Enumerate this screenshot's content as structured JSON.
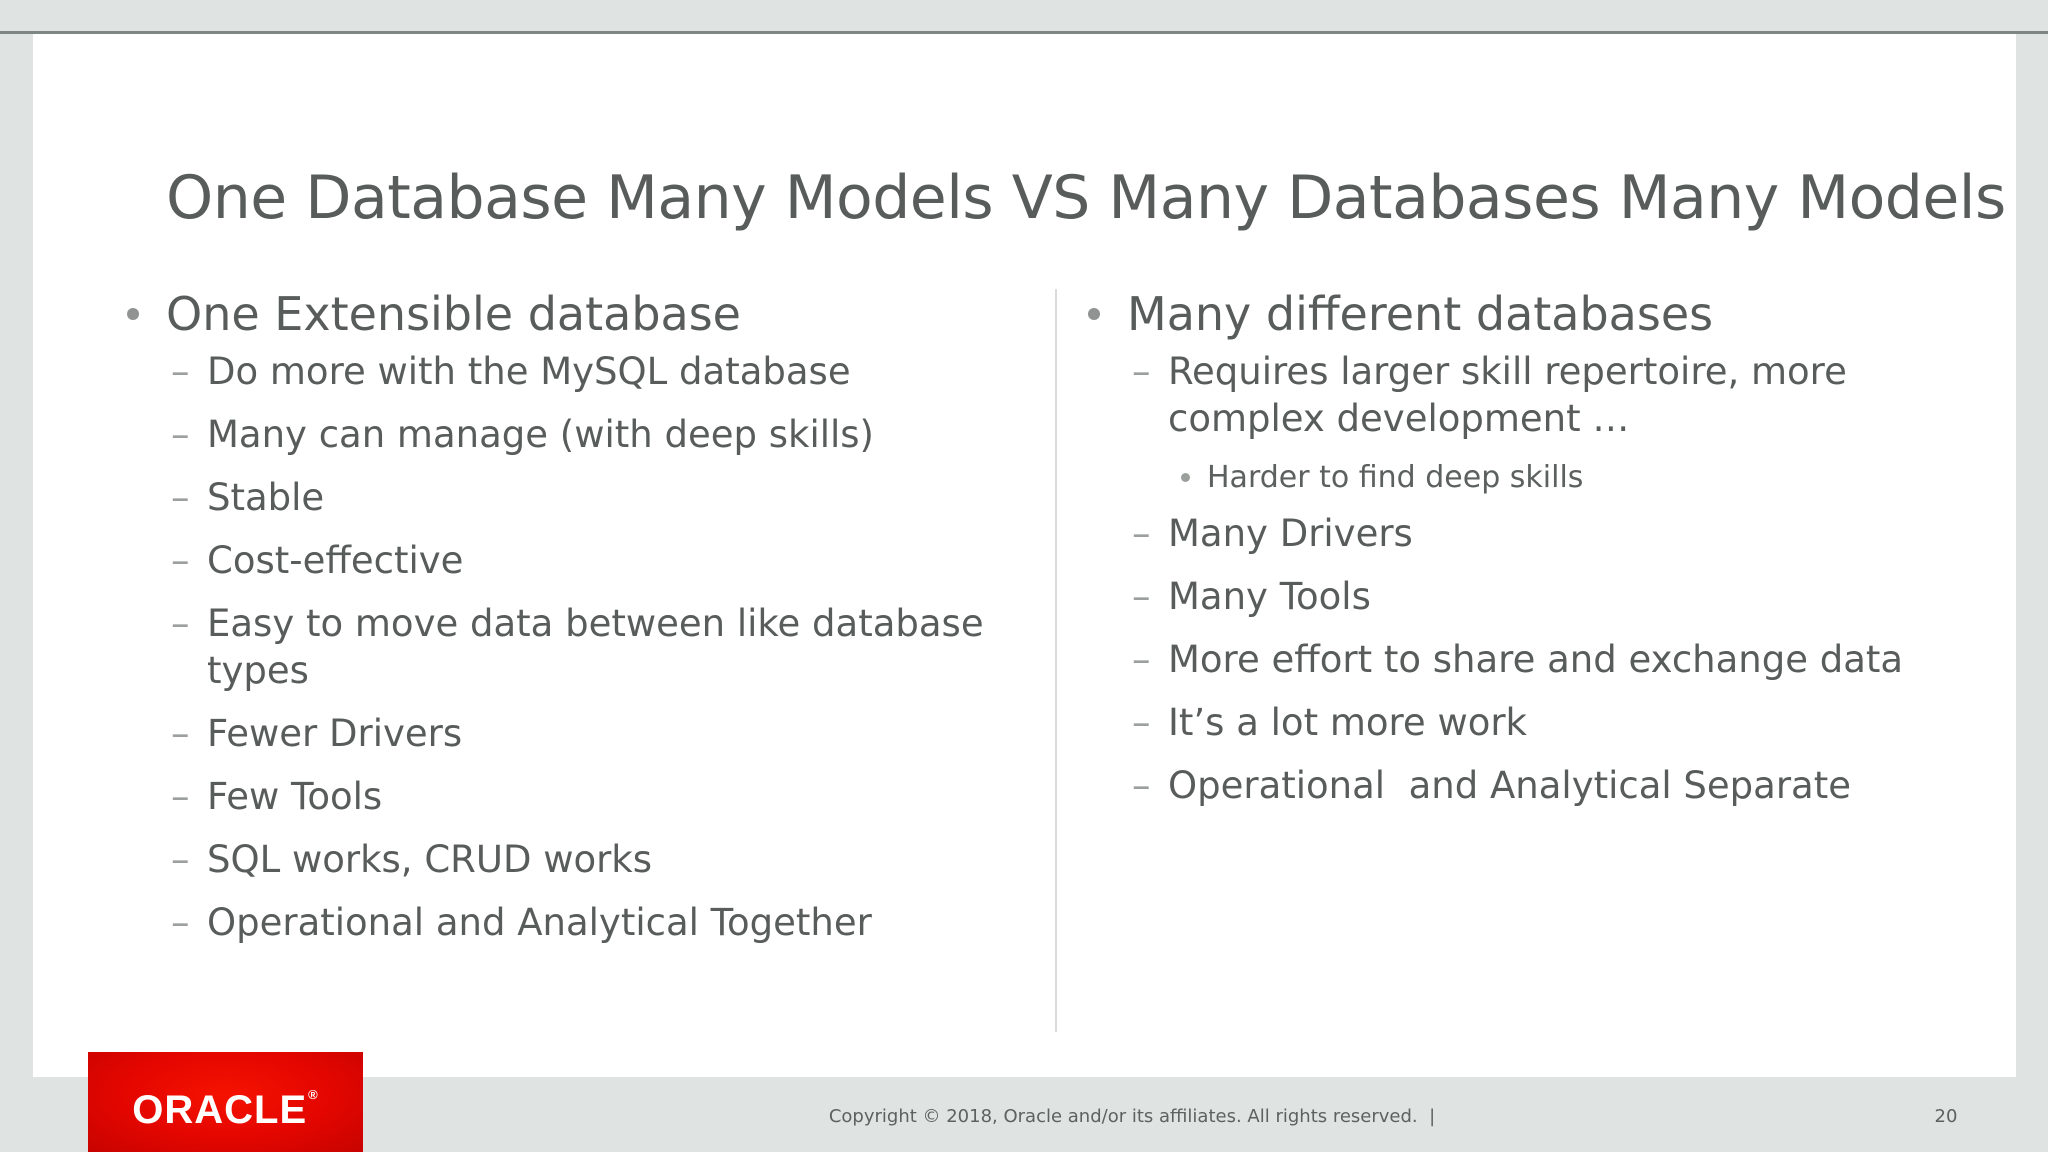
{
  "slide": {
    "title": "One Database Many Models VS Many Databases Many Models",
    "bullet_glyphs": {
      "dash": "–"
    },
    "left_column": {
      "heading": "One Extensible database",
      "items": [
        {
          "text": "Do more with the MySQL database"
        },
        {
          "text": "Many can manage (with deep skills)"
        },
        {
          "text": "Stable"
        },
        {
          "text": "Cost-effective"
        },
        {
          "text": "Easy to move data between like database\ntypes"
        },
        {
          "text": "Fewer Drivers"
        },
        {
          "text": "Few Tools"
        },
        {
          "text": "SQL works, CRUD works"
        },
        {
          "text": "Operational and Analytical Together"
        }
      ]
    },
    "right_column": {
      "heading": "Many different databases",
      "items": [
        {
          "text": "Requires larger skill repertoire, more\ncomplex development …",
          "sub": [
            {
              "text": "Harder to find deep skills"
            }
          ]
        },
        {
          "text": "Many Drivers"
        },
        {
          "text": "Many Tools"
        },
        {
          "text": "More effort to share and exchange data"
        },
        {
          "text": "It’s a lot more work"
        },
        {
          "text": "Operational  and Analytical Separate"
        }
      ]
    },
    "footer": {
      "logo_text": "ORACLE",
      "logo_registered_mark": "®",
      "copyright": "Copyright © 2018, Oracle and/or its affiliates. All rights reserved.  |",
      "page_number": "20"
    },
    "colors": {
      "oracle_red": "#e90a00",
      "background": "#dfe3e1",
      "text": "#585d5b"
    }
  }
}
